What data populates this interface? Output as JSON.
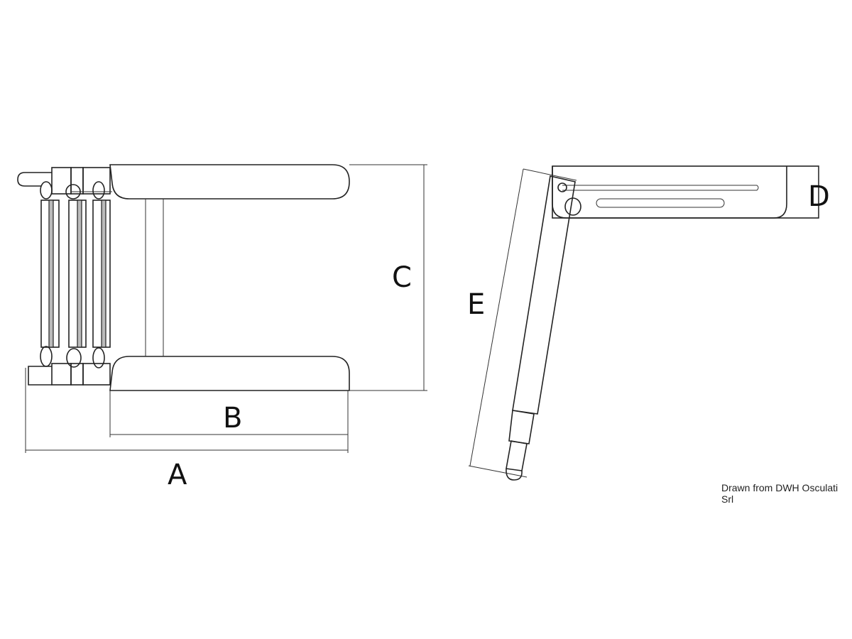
{
  "labels": {
    "A": "A",
    "B": "B",
    "C": "C",
    "D": "D",
    "E": "E"
  },
  "credit": "Drawn from DWH Osculati Srl"
}
